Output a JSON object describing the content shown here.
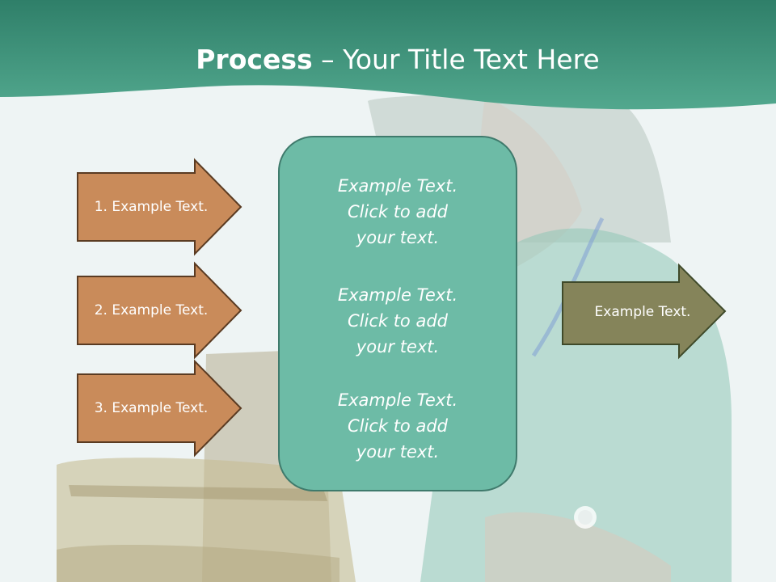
{
  "title": {
    "bold": "Process",
    "rest": " – Your Title Text Here"
  },
  "left_arrows": [
    {
      "label": "1. Example Text."
    },
    {
      "label": "2. Example Text."
    },
    {
      "label": "3. Example Text."
    }
  ],
  "center": {
    "blocks": [
      "Example Text.\nClick  to add\nyour text.",
      "Example Text.\nClick  to add\nyour text.",
      "Example Text.\nClick  to add\nyour text."
    ]
  },
  "right_arrow": {
    "label": "Example Text."
  },
  "colors": {
    "header": "#3f9a80",
    "left_arrow_fill": "#c98b5a",
    "left_arrow_stroke": "#5a3b22",
    "center_fill": "#6dbba6",
    "right_arrow_fill": "#85845a",
    "right_arrow_stroke": "#3f4a2a"
  }
}
